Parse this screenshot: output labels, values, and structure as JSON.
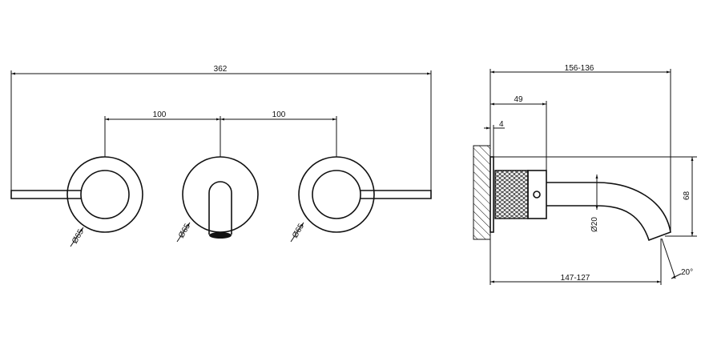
{
  "front_view": {
    "overall_width": "362",
    "spacing_left": "100",
    "spacing_right": "100",
    "diameter_left": "Ø65",
    "diameter_center": "Ø65",
    "diameter_right": "Ø65"
  },
  "side_view": {
    "projection": "156-136",
    "body_depth": "49",
    "plate_thickness": "4",
    "height": "68",
    "spout_diameter": "Ø20",
    "spout_reach": "147-127",
    "spout_angle": "20°"
  }
}
